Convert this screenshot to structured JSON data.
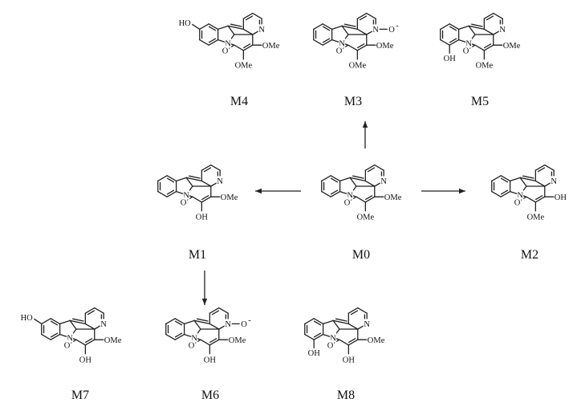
{
  "compounds": [
    {
      "id": "M4",
      "label": "M4",
      "subs": {
        "OH_ring": "HO",
        "OMe4": "OMe",
        "OMe5": "OMe",
        "O": "O",
        "N": "N",
        "Nring": "N"
      }
    },
    {
      "id": "M3",
      "label": "M3",
      "subs": {
        "OMe4": "OMe",
        "OMe5": "OMe",
        "O": "O",
        "N": "N",
        "Noxide": "O",
        "charge": "-",
        "Nring": "N"
      }
    },
    {
      "id": "M5",
      "label": "M5",
      "subs": {
        "OH_c10": "OH",
        "OMe4": "OMe",
        "OMe5": "OMe",
        "O": "O",
        "N": "N",
        "Nring": "N"
      }
    },
    {
      "id": "M1",
      "label": "M1",
      "subs": {
        "OMe4": "OMe",
        "OH5": "OH",
        "O": "O",
        "N": "N",
        "Nring": "N"
      }
    },
    {
      "id": "M0",
      "label": "M0",
      "subs": {
        "OMe4": "OMe",
        "OMe5": "OMe",
        "O": "O",
        "N": "N",
        "Nring": "N"
      }
    },
    {
      "id": "M2",
      "label": "M2",
      "subs": {
        "OH4": "OH",
        "OMe5": "OMe",
        "O": "O",
        "N": "N",
        "Nring": "N"
      }
    },
    {
      "id": "M7",
      "label": "M7",
      "subs": {
        "OH_ring": "HO",
        "OMe4": "OMe",
        "OH5": "OH",
        "O": "O",
        "N": "N",
        "Nring": "N"
      }
    },
    {
      "id": "M6",
      "label": "M6",
      "subs": {
        "OMe4": "OMe",
        "OH5": "OH",
        "O": "O",
        "N": "N",
        "Noxide": "O",
        "charge": "-",
        "Nring": "N"
      }
    },
    {
      "id": "M8",
      "label": "M8",
      "subs": {
        "OH_c10": "OH",
        "OMe4": "OMe",
        "OH5": "OH",
        "O": "O",
        "N": "N",
        "Nring": "N"
      }
    }
  ],
  "arrows": [
    {
      "from": "M0",
      "to": "M3",
      "direction": "up"
    },
    {
      "from": "M0",
      "to": "M1",
      "direction": "left"
    },
    {
      "from": "M0",
      "to": "M2",
      "direction": "right"
    },
    {
      "from": "M1",
      "to": "M6",
      "direction": "down"
    }
  ]
}
